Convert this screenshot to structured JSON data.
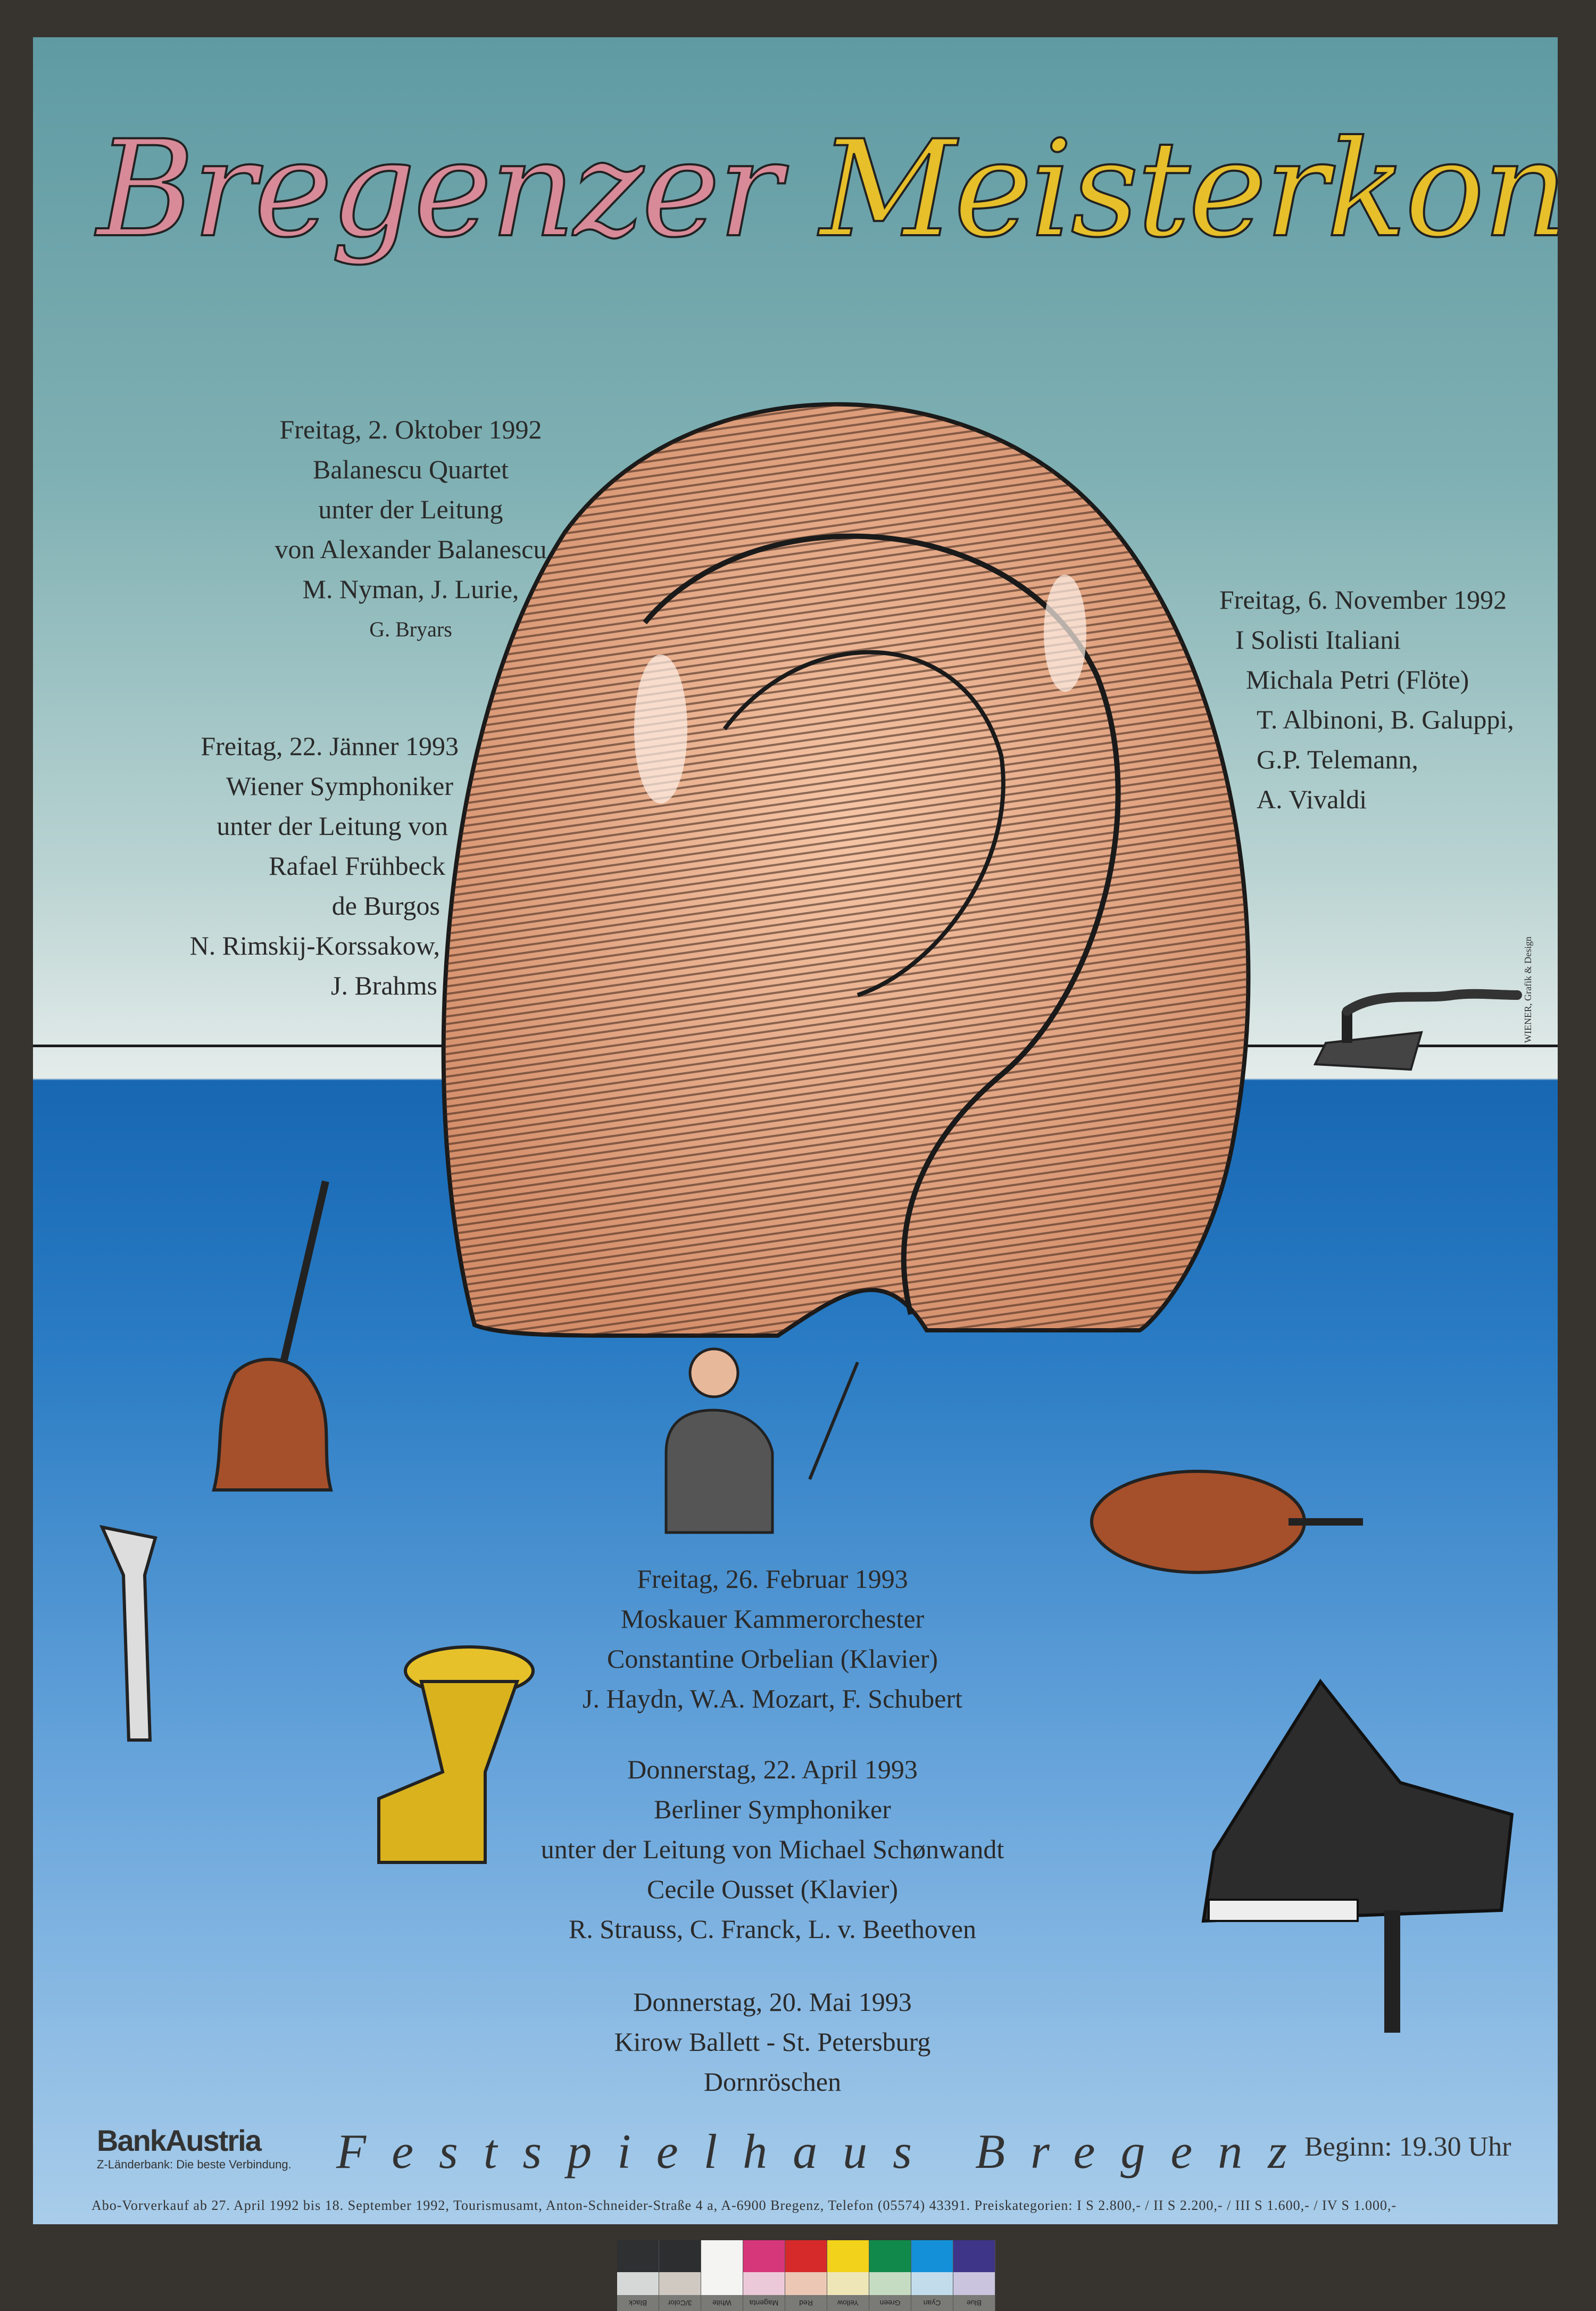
{
  "title": {
    "part1": "Bregenzer",
    "part2": "Meisterkonzerte"
  },
  "concerts": [
    {
      "lines": [
        "Freitag, 2. Oktober 1992",
        "Balanescu Quartet",
        "unter der Leitung",
        "von Alexander Balanescu",
        "M. Nyman,  J. Lurie,",
        "G. Bryars"
      ]
    },
    {
      "lines": [
        "Freitag, 6. November 1992",
        "I Solisti Italiani",
        "Michala Petri (Flöte)",
        "T. Albinoni, B. Galuppi,",
        "G.P. Telemann,",
        "A. Vivaldi"
      ]
    },
    {
      "lines": [
        "Freitag, 22. Jänner 1993",
        "Wiener Symphoniker",
        "unter der Leitung von",
        "Rafael Frühbeck",
        "de Burgos",
        "N. Rimskij-Korssakow,",
        "J. Brahms"
      ]
    },
    {
      "lines": [
        "Freitag, 26. Februar 1993",
        "Moskauer Kammerorchester",
        "Constantine Orbelian (Klavier)",
        "J. Haydn, W.A. Mozart, F. Schubert"
      ]
    },
    {
      "lines": [
        "Donnerstag, 22. April 1993",
        "Berliner Symphoniker",
        "unter der Leitung von Michael Schønwandt",
        "Cecile Ousset (Klavier)",
        "R. Strauss, C. Franck, L. v. Beethoven"
      ]
    },
    {
      "lines": [
        "Donnerstag, 20. Mai 1993",
        "Kirow Ballett - St. Petersburg",
        "Dornröschen"
      ]
    }
  ],
  "credit": "WIENER, Grafik & Design",
  "sponsor": {
    "name": "BankAustria",
    "tagline": "Z-Länderbank: Die beste Verbindung."
  },
  "venue": "Festspielhaus Bregenz",
  "start_time": "Beginn: 19.30 Uhr",
  "footer": "Abo-Vorverkauf ab 27. April 1992 bis 18. September 1992, Tourismusamt, Anton-Schneider-Straße 4 a, A-6900 Bregenz, Telefon (05574) 43391. Preiskategorien: I S 2.800,- / II S 2.200,- / III S 1.600,- / IV S 1.000,-",
  "colorbar": [
    {
      "label": "Black",
      "top": "#2e3032",
      "bottom": "#d6d8d8"
    },
    {
      "label": "3/Color",
      "top": "#2c2e30",
      "bottom": "#cfc9c2"
    },
    {
      "label": "White",
      "top": "#f4f4f2",
      "bottom": "#f4f4f2"
    },
    {
      "label": "Magenta",
      "top": "#d6367a",
      "bottom": "#ecc9d8"
    },
    {
      "label": "Red",
      "top": "#d62a2a",
      "bottom": "#ecc8b4"
    },
    {
      "label": "Yellow",
      "top": "#f2d21a",
      "bottom": "#efe6b8"
    },
    {
      "label": "Green",
      "top": "#11894a",
      "bottom": "#c6dcc2"
    },
    {
      "label": "Cyan",
      "top": "#1490d8",
      "bottom": "#c2dceb"
    },
    {
      "label": "Blue",
      "top": "#3e3488",
      "bottom": "#cac4de"
    }
  ]
}
